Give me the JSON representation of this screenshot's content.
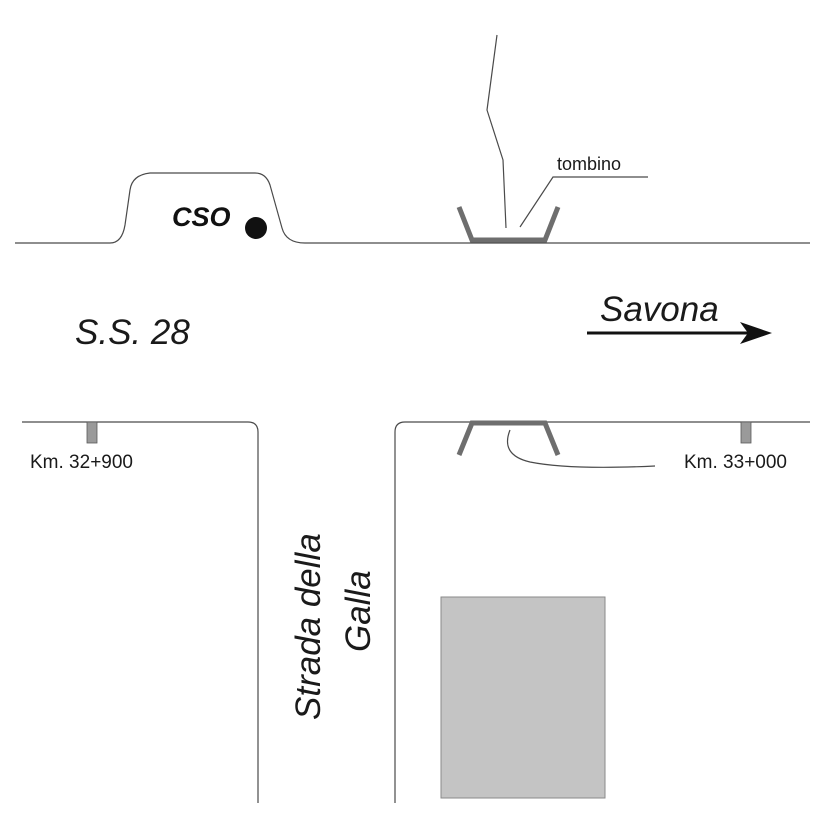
{
  "map": {
    "labels": {
      "cso": "CSO",
      "tombino": "tombino",
      "highway": "S.S. 28",
      "direction": "Savona",
      "km_left": "Km. 32+900",
      "km_right": "Km. 33+000",
      "side_road_line1": "Strada della",
      "side_road_line2": "Galla"
    },
    "colors": {
      "line": "#4a4a4a",
      "culvert": "#6e6e6e",
      "marker": "#9a9a9a",
      "building": "#c4c4c4",
      "cso_point": "#111111",
      "arrow": "#111111"
    }
  }
}
